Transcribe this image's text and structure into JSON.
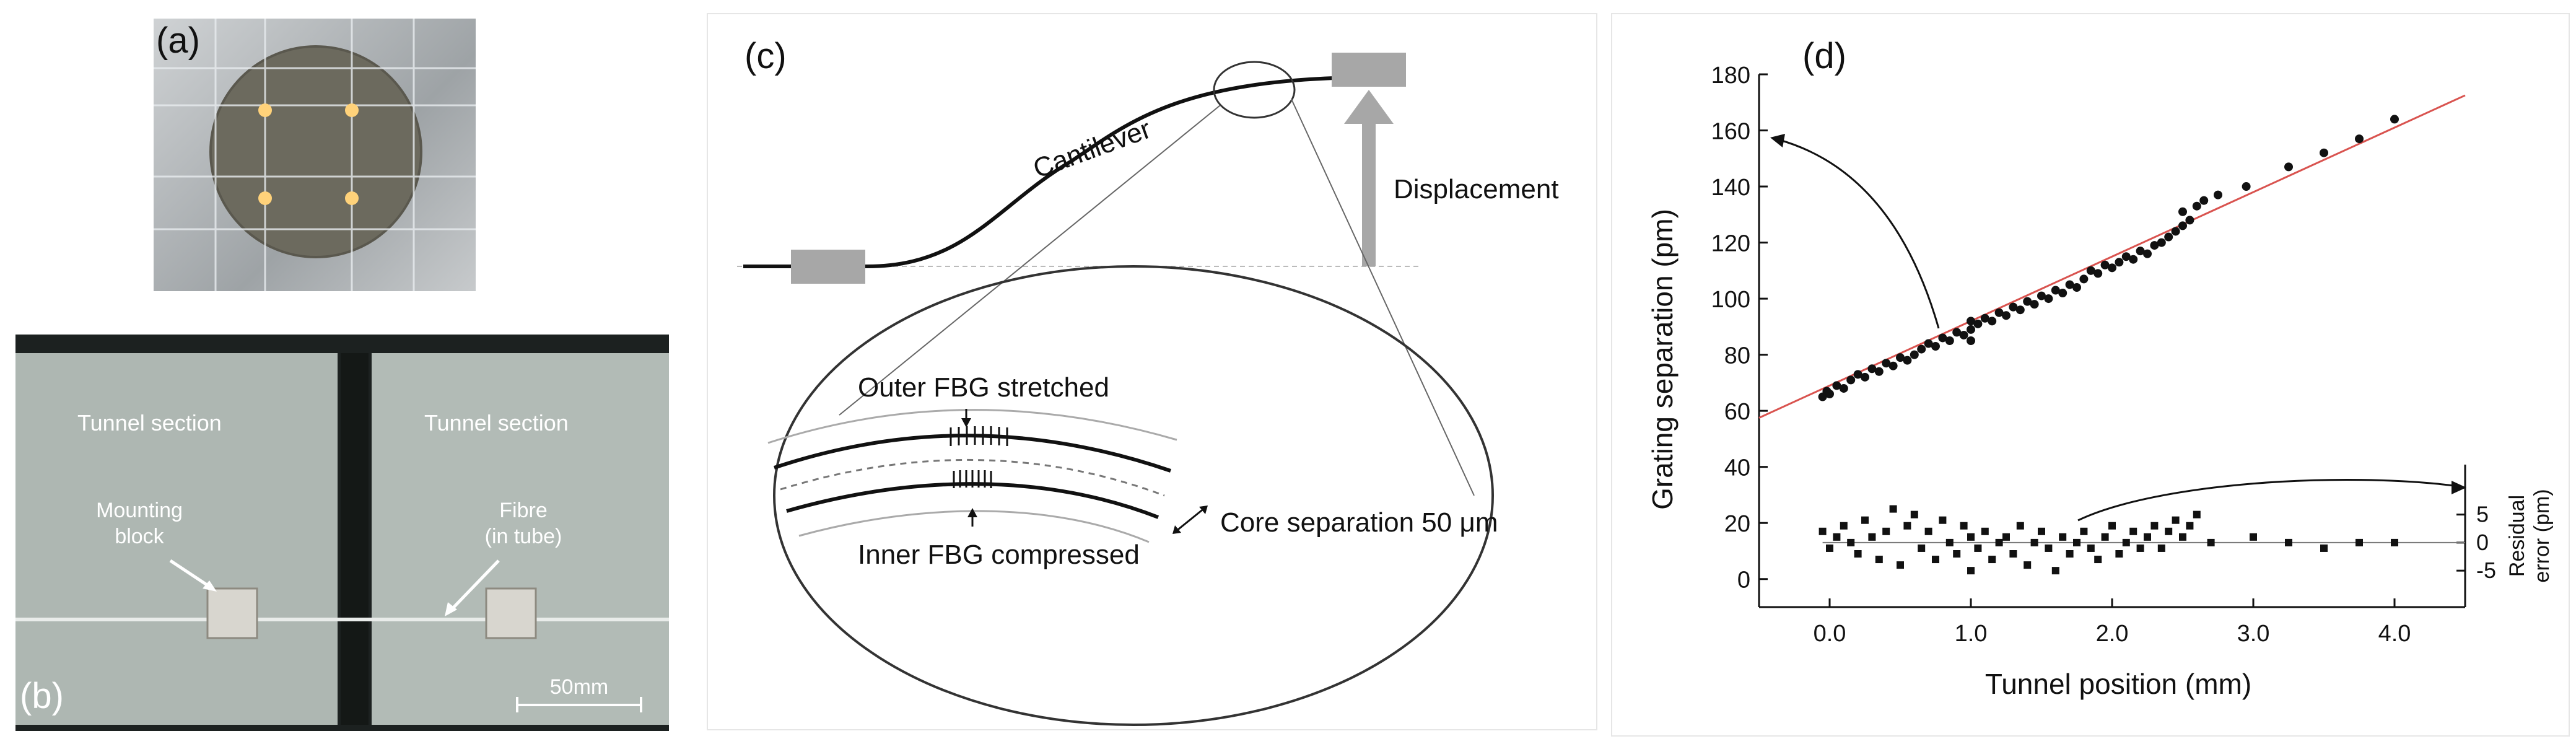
{
  "panel_a": {
    "label": "(a)"
  },
  "panel_b": {
    "label": "(b)",
    "tunnel_left": "Tunnel section",
    "tunnel_right": "Tunnel section",
    "mounting_line1": "Mounting",
    "mounting_line2": "block",
    "fibre_line1": "Fibre",
    "fibre_line2": "(in tube)",
    "scale": "50mm"
  },
  "panel_c": {
    "label": "(c)",
    "cantilever": "Cantilever",
    "displacement": "Displacement",
    "outer": "Outer FBG stretched",
    "core": "Core separation 50 μm",
    "inner": "Inner FBG compressed"
  },
  "panel_d": {
    "label": "(d)",
    "xlabel": "Tunnel position (mm)",
    "ylabel": "Grating separation (pm)",
    "right_ylabel_1": "Residual",
    "right_ylabel_2": "error (pm)"
  },
  "chart_data": {
    "type": "scatter",
    "xlim": [
      -0.5,
      4.5
    ],
    "ylim": [
      -10,
      180
    ],
    "xticks": [
      "0.0",
      "1.0",
      "2.0",
      "3.0",
      "4.0"
    ],
    "xtick_values": [
      0,
      1,
      2,
      3,
      4
    ],
    "yticks": [
      "0",
      "20",
      "40",
      "60",
      "80",
      "100",
      "120",
      "140",
      "160",
      "180"
    ],
    "ytick_values": [
      0,
      20,
      40,
      60,
      80,
      100,
      120,
      140,
      160,
      180
    ],
    "right_yticks": [
      "5",
      "0",
      "-5"
    ],
    "right_ytick_values": [
      5,
      0,
      -5
    ],
    "residual_baseline": 13,
    "residual_scale_pm_per_unit": 0.5,
    "fit_line": {
      "x": [
        -0.5,
        4.5
      ],
      "y": [
        57.5,
        172.5
      ],
      "color": "#d9534f"
    },
    "grid": false,
    "series": [
      {
        "values": [
          [
            -0.05,
            65
          ],
          [
            -0.02,
            67
          ],
          [
            0.0,
            66
          ],
          [
            0.05,
            69
          ],
          [
            0.1,
            68
          ],
          [
            0.15,
            71
          ],
          [
            0.2,
            73
          ],
          [
            0.25,
            72
          ],
          [
            0.3,
            75
          ],
          [
            0.35,
            74
          ],
          [
            0.4,
            77
          ],
          [
            0.45,
            76
          ],
          [
            0.5,
            79
          ],
          [
            0.55,
            78
          ],
          [
            0.6,
            80
          ],
          [
            0.65,
            82
          ],
          [
            0.7,
            84
          ],
          [
            0.75,
            83
          ],
          [
            0.8,
            86
          ],
          [
            0.85,
            85
          ],
          [
            0.9,
            88
          ],
          [
            0.95,
            87
          ],
          [
            1.0,
            89
          ],
          [
            1.0,
            85
          ],
          [
            1.0,
            92
          ],
          [
            1.05,
            91
          ],
          [
            1.1,
            93
          ],
          [
            1.15,
            92
          ],
          [
            1.2,
            95
          ],
          [
            1.25,
            94
          ],
          [
            1.3,
            97
          ],
          [
            1.35,
            96
          ],
          [
            1.4,
            99
          ],
          [
            1.45,
            98
          ],
          [
            1.5,
            101
          ],
          [
            1.55,
            100
          ],
          [
            1.6,
            103
          ],
          [
            1.65,
            102
          ],
          [
            1.7,
            105
          ],
          [
            1.75,
            104
          ],
          [
            1.8,
            107
          ],
          [
            1.85,
            110
          ],
          [
            1.9,
            109
          ],
          [
            1.95,
            112
          ],
          [
            2.0,
            111
          ],
          [
            2.05,
            113
          ],
          [
            2.1,
            115
          ],
          [
            2.15,
            114
          ],
          [
            2.2,
            117
          ],
          [
            2.25,
            116
          ],
          [
            2.3,
            119
          ],
          [
            2.35,
            120
          ],
          [
            2.4,
            122
          ],
          [
            2.45,
            124
          ],
          [
            2.5,
            126
          ],
          [
            2.5,
            131
          ],
          [
            2.55,
            128
          ],
          [
            2.6,
            133
          ],
          [
            2.65,
            135
          ],
          [
            2.75,
            137
          ],
          [
            2.95,
            140
          ],
          [
            3.25,
            147
          ],
          [
            3.5,
            152
          ],
          [
            3.75,
            157
          ],
          [
            4.0,
            164
          ]
        ]
      }
    ],
    "residuals": [
      [
        -0.05,
        2
      ],
      [
        0.0,
        -1
      ],
      [
        0.05,
        1
      ],
      [
        0.1,
        3
      ],
      [
        0.15,
        0
      ],
      [
        0.2,
        -2
      ],
      [
        0.25,
        4
      ],
      [
        0.3,
        1
      ],
      [
        0.35,
        -3
      ],
      [
        0.4,
        2
      ],
      [
        0.45,
        6
      ],
      [
        0.5,
        -4
      ],
      [
        0.55,
        3
      ],
      [
        0.6,
        5
      ],
      [
        0.65,
        -1
      ],
      [
        0.7,
        2
      ],
      [
        0.75,
        -3
      ],
      [
        0.8,
        4
      ],
      [
        0.85,
        0
      ],
      [
        0.9,
        -2
      ],
      [
        0.95,
        3
      ],
      [
        1.0,
        -5
      ],
      [
        1.0,
        1
      ],
      [
        1.05,
        -1
      ],
      [
        1.1,
        2
      ],
      [
        1.15,
        -3
      ],
      [
        1.2,
        0
      ],
      [
        1.25,
        1
      ],
      [
        1.3,
        -2
      ],
      [
        1.35,
        3
      ],
      [
        1.4,
        -4
      ],
      [
        1.45,
        0
      ],
      [
        1.5,
        2
      ],
      [
        1.55,
        -1
      ],
      [
        1.6,
        -5
      ],
      [
        1.65,
        1
      ],
      [
        1.7,
        -2
      ],
      [
        1.75,
        0
      ],
      [
        1.8,
        2
      ],
      [
        1.85,
        -1
      ],
      [
        1.9,
        -3
      ],
      [
        1.95,
        1
      ],
      [
        2.0,
        3
      ],
      [
        2.05,
        -2
      ],
      [
        2.1,
        0
      ],
      [
        2.15,
        2
      ],
      [
        2.2,
        -1
      ],
      [
        2.25,
        1
      ],
      [
        2.3,
        3
      ],
      [
        2.35,
        -1
      ],
      [
        2.4,
        2
      ],
      [
        2.45,
        4
      ],
      [
        2.5,
        1
      ],
      [
        2.55,
        3
      ],
      [
        2.6,
        5
      ],
      [
        2.7,
        0
      ],
      [
        3.0,
        1
      ],
      [
        3.25,
        0
      ],
      [
        3.5,
        -1
      ],
      [
        3.75,
        0
      ],
      [
        4.0,
        0
      ]
    ]
  }
}
